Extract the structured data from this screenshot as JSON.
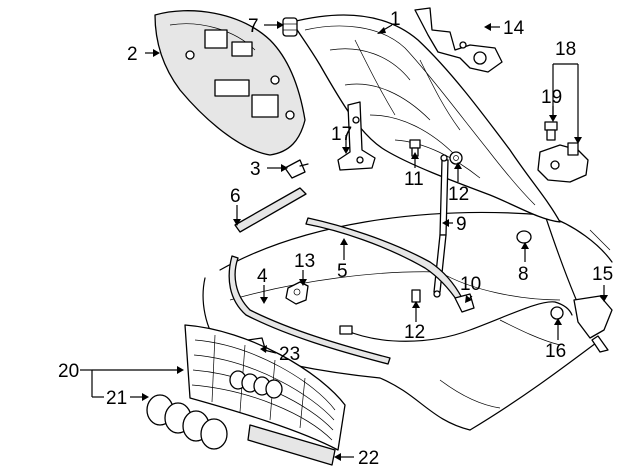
{
  "callouts": [
    {
      "id": "1",
      "text": "1"
    },
    {
      "id": "2",
      "text": "2"
    },
    {
      "id": "3",
      "text": "3"
    },
    {
      "id": "4",
      "text": "4"
    },
    {
      "id": "5",
      "text": "5"
    },
    {
      "id": "6",
      "text": "6"
    },
    {
      "id": "7",
      "text": "7"
    },
    {
      "id": "8",
      "text": "8"
    },
    {
      "id": "9",
      "text": "9"
    },
    {
      "id": "10",
      "text": "10"
    },
    {
      "id": "11",
      "text": "11"
    },
    {
      "id": "12a",
      "text": "12"
    },
    {
      "id": "12b",
      "text": "12"
    },
    {
      "id": "13",
      "text": "13"
    },
    {
      "id": "14",
      "text": "14"
    },
    {
      "id": "15",
      "text": "15"
    },
    {
      "id": "16",
      "text": "16"
    },
    {
      "id": "17",
      "text": "17"
    },
    {
      "id": "18",
      "text": "18"
    },
    {
      "id": "19",
      "text": "19"
    },
    {
      "id": "20",
      "text": "20"
    },
    {
      "id": "21",
      "text": "21"
    },
    {
      "id": "22",
      "text": "22"
    },
    {
      "id": "23",
      "text": "23"
    }
  ]
}
